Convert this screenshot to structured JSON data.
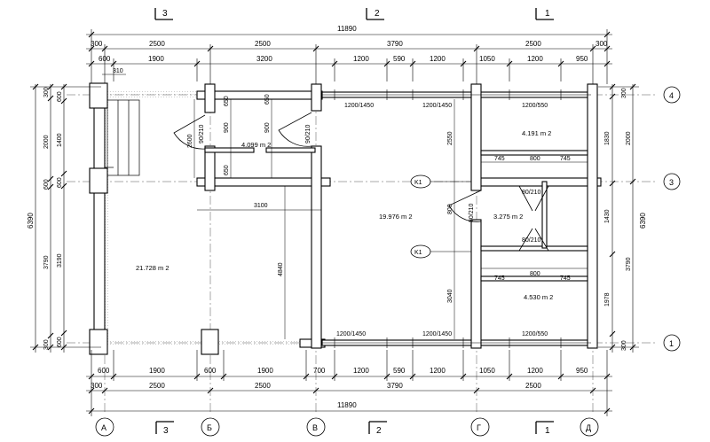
{
  "overall": "11890",
  "overall_height": "6390",
  "section_marks": {
    "s3": "3",
    "s2": "2",
    "s1": "1"
  },
  "top": {
    "row1": [
      "300",
      "2500",
      "2500",
      "3790",
      "2500",
      "300"
    ],
    "row2": [
      "600",
      "1900",
      "3200",
      "1200",
      "590",
      "1200",
      "1050",
      "1200",
      "950"
    ],
    "row3": "310"
  },
  "bottom": {
    "row1": [
      "600",
      "1900",
      "600",
      "1900",
      "700",
      "1200",
      "590",
      "1200",
      "1050",
      "1200",
      "950"
    ],
    "row2": [
      "300",
      "2500",
      "2500",
      "3790",
      "2500"
    ]
  },
  "left": {
    "outer": [
      "300",
      "2000",
      "600",
      "3790",
      "300"
    ],
    "inner": [
      "600",
      "1400",
      "600",
      "3190",
      "600"
    ]
  },
  "right": {
    "inner": [
      "300",
      "1830",
      "1430",
      "1978",
      "300"
    ],
    "outer": [
      "2000",
      "3790"
    ],
    "total": "6390"
  },
  "interior": {
    "d2600": "2600",
    "d900a": "900",
    "d650a": "650",
    "d650b": "650",
    "d900b": "900",
    "d3100": "3100",
    "d4840": "4840",
    "d2550": "2550",
    "d800": "800",
    "d3040": "3040",
    "d745a": "745",
    "d800a": "800",
    "d745b": "745",
    "d745c": "745",
    "d800c": "800",
    "d745d": "745"
  },
  "doors": {
    "d1": "90/210",
    "d2": "90/210",
    "d3": "80/210",
    "d4": "80/210",
    "d5": "80/210"
  },
  "windows": {
    "w1": "1200/1450",
    "w2": "1200/1450",
    "w3": "1200/550",
    "w4": "1200/1450",
    "w5": "1200/1450",
    "w6": "1200/550"
  },
  "areas": {
    "a1": "4.099 m 2",
    "a2": "4.191 m 2",
    "a3": "19.976 m 2",
    "a4": "3.275 m 2",
    "a5": "21.728 m 2",
    "a6": "4.530 m 2"
  },
  "k_labels": {
    "k1a": "K1",
    "k1b": "K1"
  },
  "axes_x": [
    "А",
    "Б",
    "В",
    "Г",
    "Д"
  ],
  "axes_y": [
    "4",
    "3",
    "1"
  ]
}
